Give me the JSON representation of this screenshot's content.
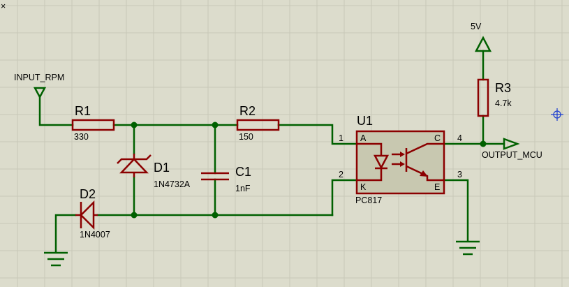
{
  "corner_mark": "×",
  "colors": {
    "background": "#dcdccc",
    "grid": "#c8c8b8",
    "wire": "#006000",
    "component": "#8b0000",
    "component_fill": "#c8c8b0",
    "junction": "#006000",
    "text": "#000000",
    "marker": "#1a3ccf"
  },
  "terminals": {
    "input": {
      "label": "INPUT_RPM"
    },
    "supply": {
      "label": "5V"
    },
    "output": {
      "label": "OUTPUT_MCU"
    }
  },
  "components": {
    "r1": {
      "ref": "R1",
      "value": "330"
    },
    "r2": {
      "ref": "R2",
      "value": "150"
    },
    "r3": {
      "ref": "R3",
      "value": "4.7k"
    },
    "d1": {
      "ref": "D1",
      "value": "1N4732A"
    },
    "d2": {
      "ref": "D2",
      "value": "1N4007"
    },
    "c1": {
      "ref": "C1",
      "value": "1nF"
    },
    "u1": {
      "ref": "U1",
      "value": "PC817",
      "pins": {
        "anode": {
          "number": "1",
          "name": "A"
        },
        "cathode": {
          "number": "2",
          "name": "K"
        },
        "collector": {
          "number": "4",
          "name": "C"
        },
        "emitter": {
          "number": "3",
          "name": "E"
        }
      }
    }
  }
}
